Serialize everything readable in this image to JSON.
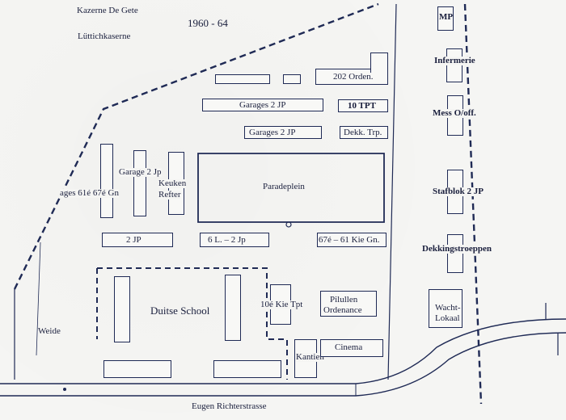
{
  "header": {
    "title": "Kazerne De Gete",
    "subtitle": "Lüttichkaserne",
    "years": "1960 - 64"
  },
  "labels": {
    "mp": "MP",
    "infermerie": "Infermerie",
    "mess": "Mess O/off.",
    "stafblok": "Stafblok 2 JP",
    "dekkingstroeppen": "Dekkingstroeppen",
    "wacht_1": "Wacht-",
    "wacht_2": "Lokaal",
    "orden202": "202 Orden.",
    "garages_top": "Garages  2 JP",
    "tpt10": "10 TPT",
    "garages_mid": "Garages     2 JP",
    "dekk_trp": "Dekk. Trp.",
    "garage_left": "Garage 2 Jp",
    "garages_61_67": "ages 61é 67é Gn",
    "keuken_1": "Keuken",
    "keuken_2": "Refter",
    "paradeplein": "Paradeplein",
    "jp2_left": "2 JP",
    "l6": "6 L. – 2 Jp",
    "kie6761": "67é – 61 Kie Gn.",
    "duitse_school": "Duitse School",
    "kie10": "10é Kie Tpt",
    "pilullen_1": "Pilullen",
    "pilullen_2": "Ordenance",
    "kantien": "Kantien",
    "cinema": "Cinema",
    "weide": "Weide",
    "street": "Eugen Richterstrasse"
  }
}
